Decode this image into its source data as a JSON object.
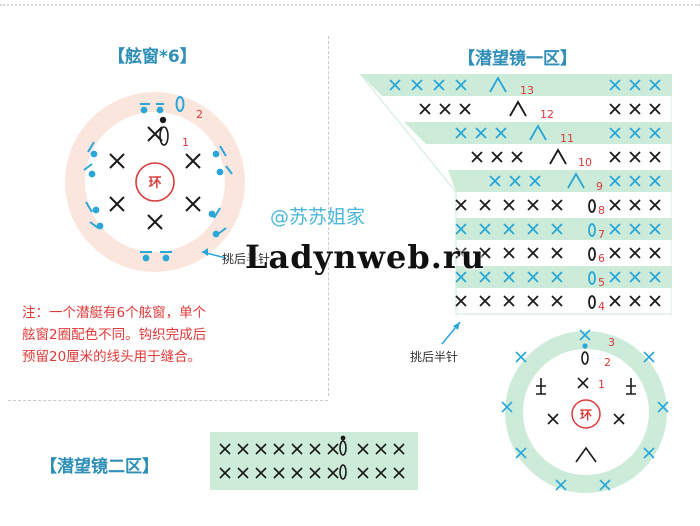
{
  "titles": {
    "porthole": "【舷窗*6】",
    "periscope_zone1": "【潜望镜一区】",
    "periscope_zone2": "【潜望镜二区】"
  },
  "note": {
    "line1": "注：一个潜艇有6个舷窗，单个",
    "line2": "舷窗2圈配色不同。钩织完成后",
    "line3": "预留20厘米的线头用于缝合。"
  },
  "labels": {
    "ring": "环",
    "back_loop_half_dc": "挑后半针",
    "porthole_round1": "1",
    "porthole_round2": "2"
  },
  "watermarks": {
    "author": "@苏苏姐家",
    "site": "Ladynweb.ru"
  },
  "zone1_row_numbers": [
    "13",
    "12",
    "11",
    "10",
    "9",
    "8",
    "7",
    "6",
    "5",
    "4"
  ],
  "zone1_bottom_rounds": [
    "3",
    "2",
    "1"
  ],
  "colors": {
    "title_blue": "#2f8fb8",
    "note_red": "#e13a3a",
    "band_green": "#cdebd9",
    "ring_pink": "#f9e4dc",
    "stitch_black": "#1a1a1a",
    "stitch_blue": "#2aa7d8",
    "row_red": "#d93a3a"
  }
}
